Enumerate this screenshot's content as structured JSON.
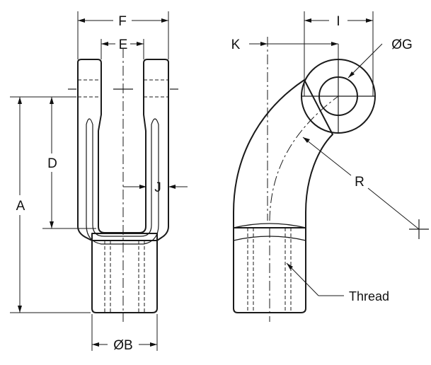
{
  "labels": {
    "A": "A",
    "B": "ØB",
    "D": "D",
    "E": "E",
    "F": "F",
    "G": "ØG",
    "I": "I",
    "J": "J",
    "K": "K",
    "R": "R",
    "thread": "Thread"
  }
}
